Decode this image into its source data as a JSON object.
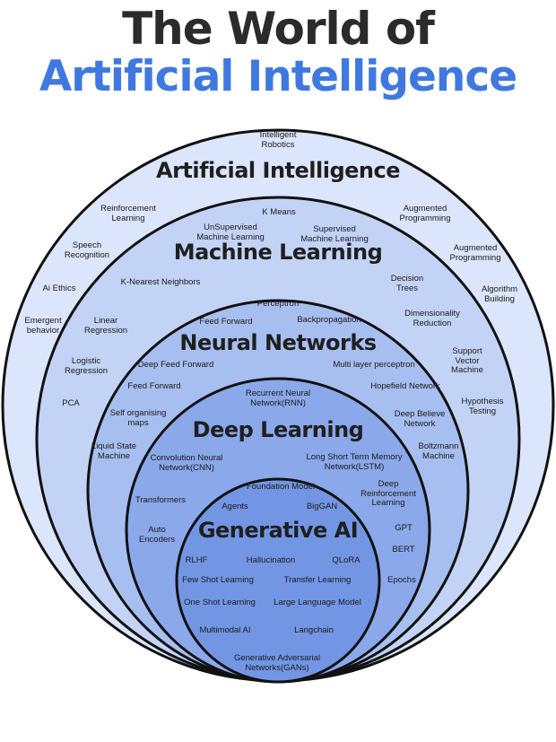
{
  "title": {
    "line1": "The World of",
    "line2": "Artificial Intelligence"
  },
  "colors": {
    "title_dark": "#2b2b2b",
    "title_blue": "#3f78df",
    "ring_ai": "#dbe5fb",
    "ring_ml": "#c2d3f6",
    "ring_nn": "#a7bef0",
    "ring_dl": "#8aa8ea",
    "ring_gen": "#7396e4",
    "outline": "#111111"
  },
  "levels": {
    "ai": "Artificial Intelligence",
    "ml": "Machine Learning",
    "nn": "Neural Networks",
    "dl": "Deep Learning",
    "gen": "Generative AI"
  },
  "terms": {
    "intelligent_robotics": "Intelligent\nRobotics",
    "reinforcement_learning": "Reinforcement\nLearning",
    "k_means": "K Means",
    "augmented_programming_1": "Augmented\nProgramming",
    "speech_recognition": "Speech\nRecognition",
    "unsupervised_ml": "UnSupervised\nMachine Learning",
    "supervised_ml": "Supervised\nMachine Learning",
    "augmented_programming_2": "Augmented\nProgramming",
    "ai_ethics": "Ai Ethics",
    "k_nearest_neighbors": "K-Nearest Neighbors",
    "decision_trees": "Decision\nTrees",
    "algorithm_building": "Algorithm\nBuilding",
    "perceptron": "Perceptron",
    "emergent_behavior": "Emergent\nbehavior",
    "linear_regression": "Linear\nRegression",
    "feed_forward_nn": "Feed Forward",
    "backpropagation": "Backpropagation",
    "dimensionality_reduction": "Dimensionality\nReduction",
    "logistic_regression": "Logistic\nRegression",
    "deep_feed_forward": "Deep Feed Forward",
    "multi_layer_perceptron": "Multi layer perceptron",
    "support_vector_machine": "Support\nVector\nMachine",
    "pca": "PCA",
    "feed_forward_ml": "Feed Forward",
    "rnn": "Recurrent Neural\nNetwork(RNN)",
    "hopfield_network": "Hopefield Network",
    "hypothesis_testing": "Hypothesis\nTesting",
    "self_organising_maps": "Self organising\nmaps",
    "deep_believe_network": "Deep Believe\nNetwork",
    "liquid_state_machine": "Liquid State\nMachine",
    "cnn": "Convolution Neural\nNetwork(CNN)",
    "lstm": "Long Short Term Memory\nNetwork(LSTM)",
    "boltzmann_machine": "Boltzmann\nMachine",
    "foundation_model": "Foundation Model",
    "deep_reinforcement_learning": "Deep\nReinforcement\nLearning",
    "transformers": "Transformers",
    "agents": "Agents",
    "biggan": "BigGAN",
    "gpt": "GPT",
    "auto_encoders": "Auto\nEncoders",
    "bert": "BERT",
    "rlhf": "RLHF",
    "hallucination": "Hallucination",
    "qlora": "QLoRA",
    "few_shot_learning": "Few Shot Learning",
    "transfer_learning": "Transfer Learning",
    "epochs": "Epochs",
    "one_shot_learning": "One Shot Learning",
    "large_language_model": "Large Language Model",
    "multimodal_ai": "Multimodal AI",
    "langchain": "Langchain",
    "gans": "Generative Adversarial\nNetworks(GANs)"
  }
}
